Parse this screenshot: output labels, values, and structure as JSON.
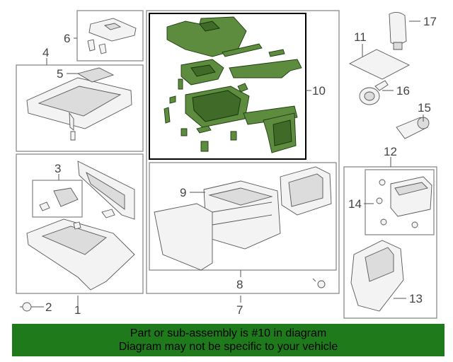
{
  "callouts": {
    "c1": "1",
    "c2": "2",
    "c3": "3",
    "c4": "4",
    "c5": "5",
    "c6": "6",
    "c7": "7",
    "c8": "8",
    "c9": "9",
    "c10": "10",
    "c11": "11",
    "c12": "12",
    "c13": "13",
    "c14": "14",
    "c15": "15",
    "c16": "16",
    "c17": "17"
  },
  "highlight_part": "10",
  "colors": {
    "highlight": "#5e8c3e",
    "banner": "#1f7a1c",
    "frame": "#8a8a8a",
    "highlight_frame": "#000000"
  },
  "banner": {
    "line1": "Part or sub-assembly is #10 in diagram",
    "line2": "Diagram may not be specific to your vehicle"
  }
}
